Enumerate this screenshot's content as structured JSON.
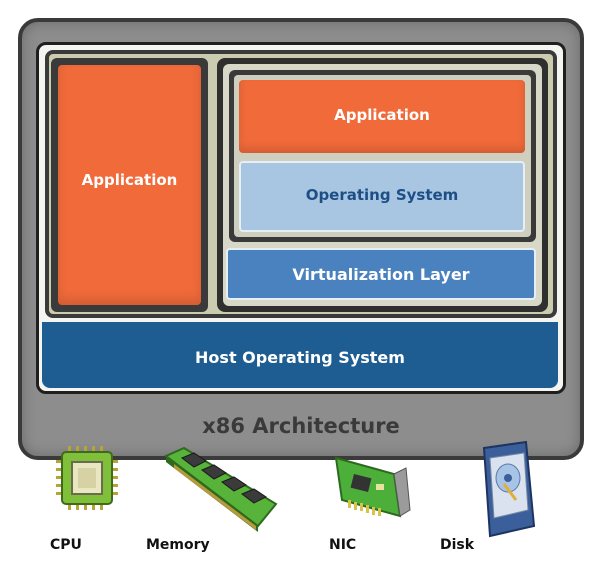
{
  "diagram": {
    "application_left": "Application",
    "application_right": "Application",
    "guest_os": "Operating System",
    "virtualization_layer": "Virtualization Layer",
    "host_os": "Host Operating System",
    "architecture": "x86 Architecture"
  },
  "hardware": [
    {
      "label": "CPU",
      "icon": "cpu-chip-icon"
    },
    {
      "label": "Memory",
      "icon": "memory-module-icon"
    },
    {
      "label": "NIC",
      "icon": "network-card-icon"
    },
    {
      "label": "Disk",
      "icon": "disk-drive-icon"
    }
  ],
  "colors": {
    "application": "#f06a3a",
    "guest_os": "#a8c6e2",
    "virtualization_layer": "#4a82bf",
    "host_os": "#1e5d91",
    "frame": "#8d8d8d",
    "circuit_green": "#4caf3a"
  }
}
